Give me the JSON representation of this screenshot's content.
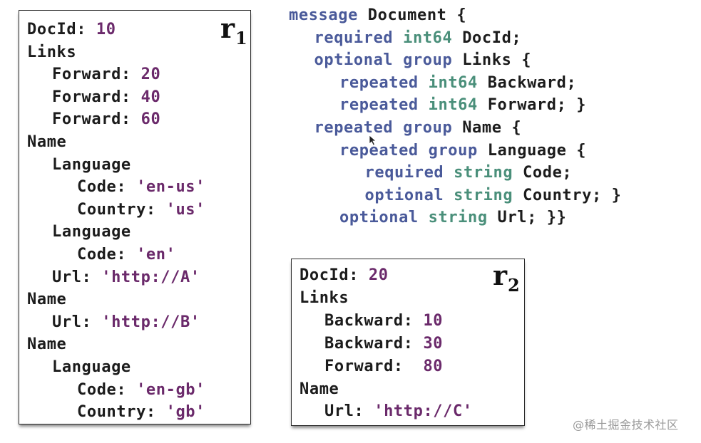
{
  "record_r1": {
    "tag": "r",
    "tag_sub": "1",
    "lines": [
      {
        "key": "DocId: ",
        "value": "10",
        "indent": 0
      },
      {
        "key": "Links",
        "value": "",
        "indent": 0
      },
      {
        "key": "Forward: ",
        "value": "20",
        "indent": 1
      },
      {
        "key": "Forward: ",
        "value": "40",
        "indent": 1
      },
      {
        "key": "Forward: ",
        "value": "60",
        "indent": 1
      },
      {
        "key": "Name",
        "value": "",
        "indent": 0
      },
      {
        "key": "Language",
        "value": "",
        "indent": 1
      },
      {
        "key": "Code: ",
        "value": "'en-us'",
        "indent": 2
      },
      {
        "key": "Country: ",
        "value": "'us'",
        "indent": 2
      },
      {
        "key": "Language",
        "value": "",
        "indent": 1
      },
      {
        "key": "Code: ",
        "value": "'en'",
        "indent": 2
      },
      {
        "key": "Url: ",
        "value": "'http://A'",
        "indent": 1
      },
      {
        "key": "Name",
        "value": "",
        "indent": 0
      },
      {
        "key": "Url: ",
        "value": "'http://B'",
        "indent": 1
      },
      {
        "key": "Name",
        "value": "",
        "indent": 0
      },
      {
        "key": "Language",
        "value": "",
        "indent": 1
      },
      {
        "key": "Code: ",
        "value": "'en-gb'",
        "indent": 2
      },
      {
        "key": "Country: ",
        "value": "'gb'",
        "indent": 2
      }
    ]
  },
  "record_r2": {
    "tag": "r",
    "tag_sub": "2",
    "lines": [
      {
        "key": "DocId: ",
        "value": "20",
        "indent": 0
      },
      {
        "key": "Links",
        "value": "",
        "indent": 0
      },
      {
        "key": "Backward: ",
        "value": "10",
        "indent": 1
      },
      {
        "key": "Backward: ",
        "value": "30",
        "indent": 1
      },
      {
        "key": "Forward:  ",
        "value": "80",
        "indent": 1
      },
      {
        "key": "Name",
        "value": "",
        "indent": 0
      },
      {
        "key": "Url: ",
        "value": "'http://C'",
        "indent": 1
      }
    ]
  },
  "schema": {
    "lines": [
      {
        "indent": 0,
        "tokens": [
          {
            "t": "message",
            "c": "kw"
          },
          {
            "t": " Document {",
            "c": "plain"
          }
        ]
      },
      {
        "indent": 1,
        "tokens": [
          {
            "t": "required",
            "c": "kw"
          },
          {
            "t": " ",
            "c": "plain"
          },
          {
            "t": "int64",
            "c": "ty"
          },
          {
            "t": " DocId;",
            "c": "plain"
          }
        ]
      },
      {
        "indent": 1,
        "tokens": [
          {
            "t": "optional group",
            "c": "kw"
          },
          {
            "t": " Links {",
            "c": "plain"
          }
        ]
      },
      {
        "indent": 2,
        "tokens": [
          {
            "t": "repeated",
            "c": "kw"
          },
          {
            "t": " ",
            "c": "plain"
          },
          {
            "t": "int64",
            "c": "ty"
          },
          {
            "t": " Backward;",
            "c": "plain"
          }
        ]
      },
      {
        "indent": 2,
        "tokens": [
          {
            "t": "repeated",
            "c": "kw"
          },
          {
            "t": " ",
            "c": "plain"
          },
          {
            "t": "int64",
            "c": "ty"
          },
          {
            "t": " Forward; }",
            "c": "plain"
          }
        ]
      },
      {
        "indent": 1,
        "tokens": [
          {
            "t": "repeated group",
            "c": "kw"
          },
          {
            "t": " Name {",
            "c": "plain"
          }
        ]
      },
      {
        "indent": 2,
        "tokens": [
          {
            "t": "repeated group",
            "c": "kw"
          },
          {
            "t": " Language {",
            "c": "plain"
          }
        ]
      },
      {
        "indent": 3,
        "tokens": [
          {
            "t": "required",
            "c": "kw"
          },
          {
            "t": " ",
            "c": "plain"
          },
          {
            "t": "string",
            "c": "ty"
          },
          {
            "t": " Code;",
            "c": "plain"
          }
        ]
      },
      {
        "indent": 3,
        "tokens": [
          {
            "t": "optional",
            "c": "kw"
          },
          {
            "t": " ",
            "c": "plain"
          },
          {
            "t": "string",
            "c": "ty"
          },
          {
            "t": " Country; }",
            "c": "plain"
          }
        ]
      },
      {
        "indent": 2,
        "tokens": [
          {
            "t": "optional",
            "c": "kw"
          },
          {
            "t": " ",
            "c": "plain"
          },
          {
            "t": "string",
            "c": "ty"
          },
          {
            "t": " Url; }}",
            "c": "plain"
          }
        ]
      }
    ]
  },
  "watermark": "@稀土掘金技术社区",
  "colors": {
    "value": "#6b2a6b",
    "keyword": "#4a5a9a",
    "type": "#4a8f7a",
    "text": "#1c1c1c"
  }
}
